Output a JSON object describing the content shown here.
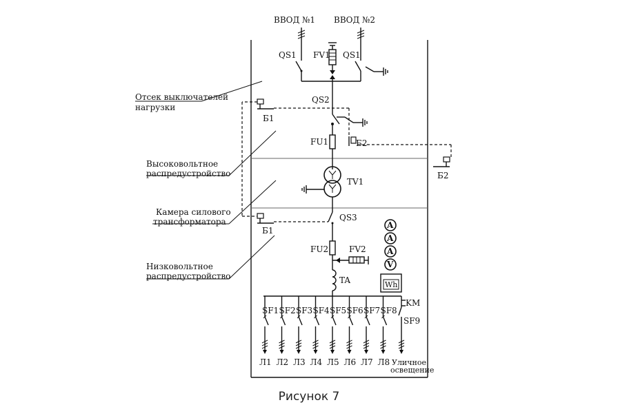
{
  "inputs": [
    "ВВОД №1",
    "ВВОД №2"
  ],
  "callouts": {
    "switch_bay": [
      "Отсек выключателей",
      "нагрузки"
    ],
    "hv_switchgear": [
      "Высоковольтное",
      "распредустройство"
    ],
    "transformer_chamber": [
      "Камера силового",
      "трансформатора"
    ],
    "lv_switchgear": [
      "Низковольтное",
      "распредустройство"
    ]
  },
  "elements": {
    "qs1_left": "QS1",
    "qs1_right": "QS1",
    "fv1": "FV1",
    "qs2": "QS2",
    "b1_top": "Б1",
    "fu1": "FU1",
    "b2_local": "Б2",
    "b2_remote": "Б2",
    "tv1": "TV1",
    "qs3": "QS3",
    "b1_bottom": "Б1",
    "fu2": "FU2",
    "fv2": "FV2",
    "ta": "TA",
    "km": "KM",
    "sf9": "SF9",
    "wh": "Wh"
  },
  "meters": [
    "A",
    "A",
    "A",
    "V"
  ],
  "breakers": [
    "SF1",
    "SF2",
    "SF3",
    "SF4",
    "SF5",
    "SF6",
    "SF7",
    "SF8"
  ],
  "lines": [
    "Л1",
    "Л2",
    "Л3",
    "Л4",
    "Л5",
    "Л6",
    "Л7",
    "Л8"
  ],
  "street_light": [
    "Уличное",
    "освещение"
  ],
  "caption": "Рисунок 7",
  "colors": {
    "ink": "#111111",
    "background": "#ffffff"
  }
}
